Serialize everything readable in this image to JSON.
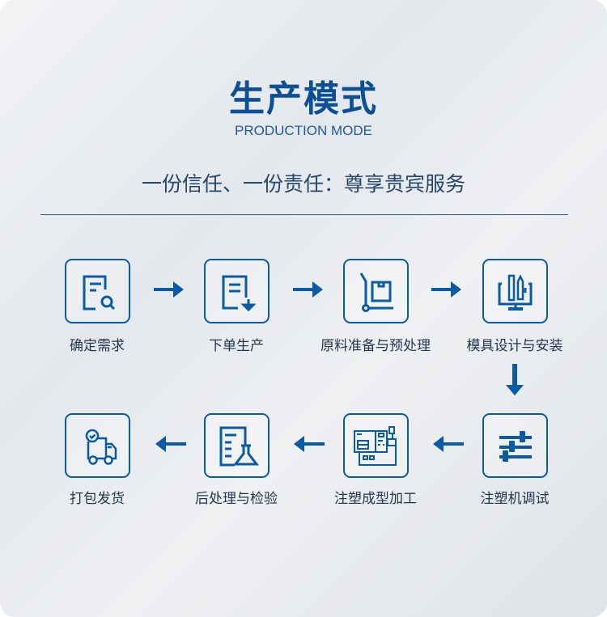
{
  "header": {
    "title": "生产模式",
    "subtitle": "PRODUCTION MODE",
    "tagline": "一份信任、一份责任：尊享贵宾服务"
  },
  "accent": "#0a5aa6",
  "steps": [
    {
      "label": "确定需求",
      "icon": "document-search-icon"
    },
    {
      "label": "下单生产",
      "icon": "document-download-icon"
    },
    {
      "label": "原料准备与预处理",
      "icon": "hand-truck-icon"
    },
    {
      "label": "模具设计与安装",
      "icon": "monitor-design-tools-icon"
    },
    {
      "label": "注塑机调试",
      "icon": "sliders-icon"
    },
    {
      "label": "注塑成型加工",
      "icon": "injection-machine-icon"
    },
    {
      "label": "后处理与检验",
      "icon": "report-flask-icon"
    },
    {
      "label": "打包发货",
      "icon": "delivery-truck-icon"
    }
  ]
}
